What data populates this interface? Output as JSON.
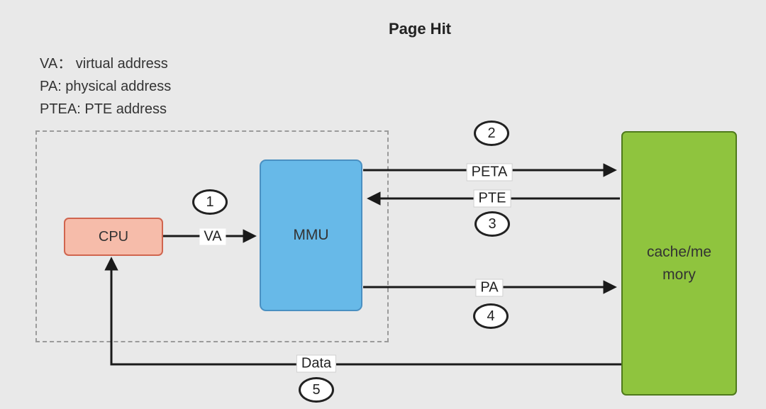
{
  "title": "Page Hit",
  "legend": {
    "va": "VA： virtual address",
    "pa": "PA: physical address",
    "ptea": "PTEA: PTE address"
  },
  "nodes": {
    "cpu": {
      "label": "CPU"
    },
    "mmu": {
      "label": "MMU"
    },
    "cache": {
      "label": "cache/memory"
    }
  },
  "edges": {
    "va": {
      "label": "VA",
      "step": "1"
    },
    "peta": {
      "label": "PETA",
      "step": "2"
    },
    "pte": {
      "label": "PTE",
      "step": "3"
    },
    "pa": {
      "label": "PA",
      "step": "4"
    },
    "data": {
      "label": "Data",
      "step": "5"
    }
  },
  "colors": {
    "background": "#e9e9e9",
    "cpu_fill": "#f6bcaa",
    "cpu_border": "#d0654f",
    "mmu_fill": "#67b9e8",
    "mmu_border": "#4a90c2",
    "cache_fill": "#8fc43e",
    "cache_border": "#4f7a1c",
    "arrow": "#1a1a1a"
  }
}
